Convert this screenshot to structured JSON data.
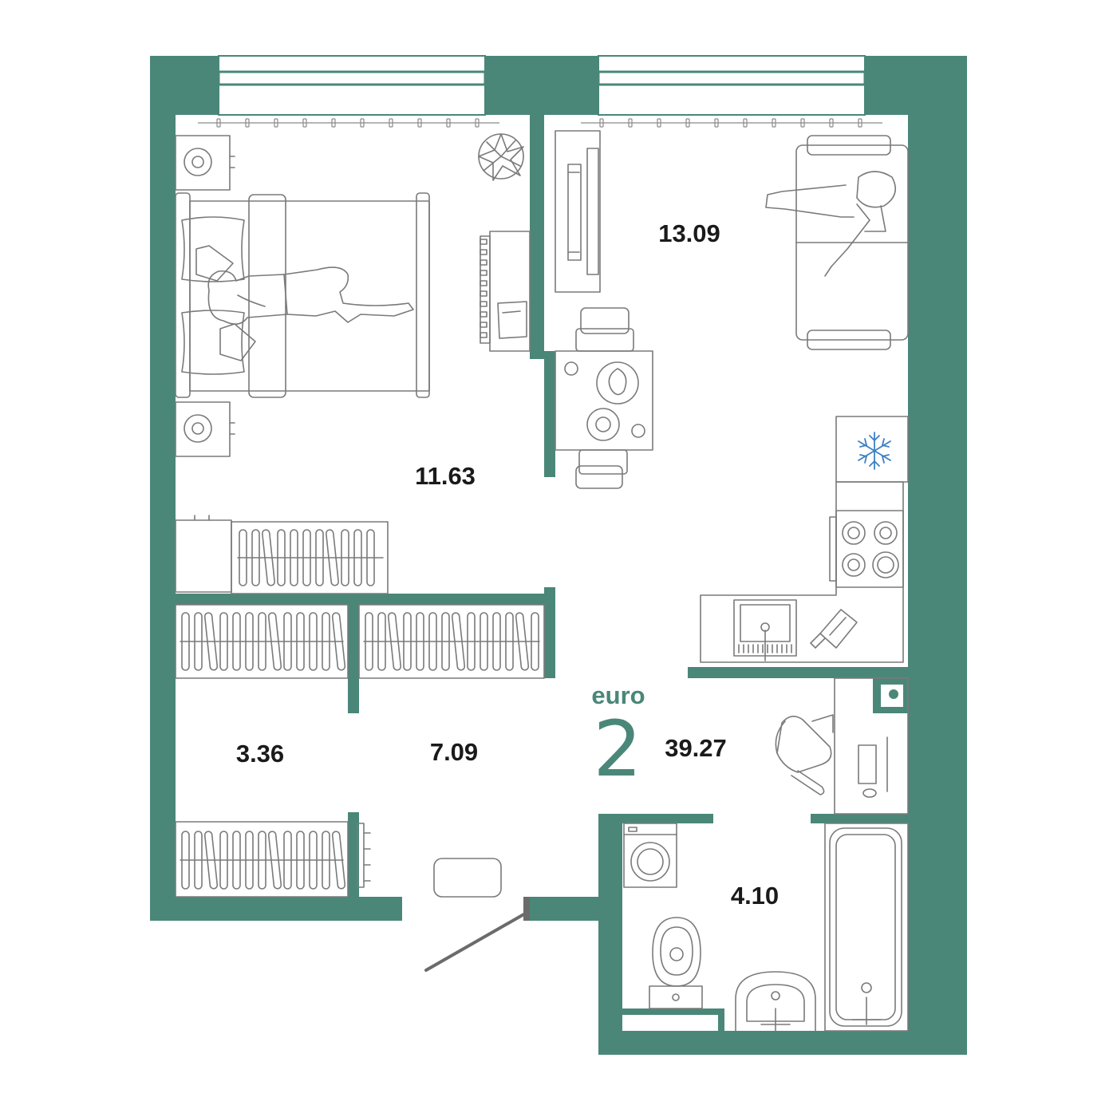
{
  "plan": {
    "type_label": "euro",
    "rooms_count": "2",
    "total_area": "39.27"
  },
  "rooms": [
    {
      "id": "bedroom",
      "area": "11.63"
    },
    {
      "id": "living_kitchen",
      "area": "13.09"
    },
    {
      "id": "wardrobe",
      "area": "3.36"
    },
    {
      "id": "hallway",
      "area": "7.09"
    },
    {
      "id": "bathroom",
      "area": "4.10"
    }
  ],
  "colors": {
    "wall": "#4a8778",
    "furniture_stroke": "#7a7a7a",
    "snowflake": "#3d7fc4",
    "label": "#1a1a1a",
    "door_leaf": "#6b6b6b"
  }
}
